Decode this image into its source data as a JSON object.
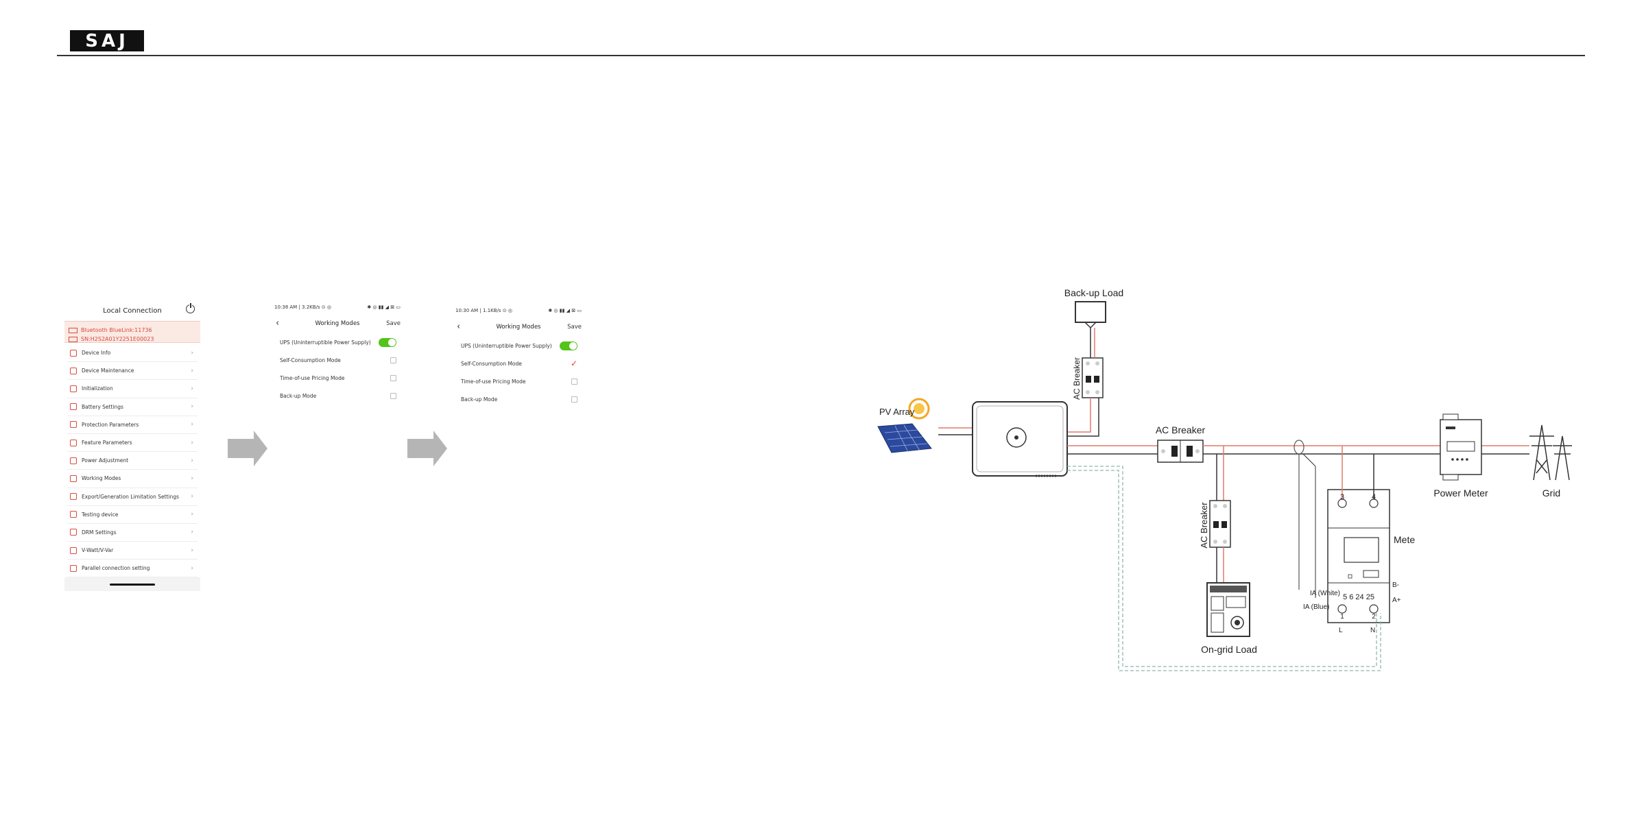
{
  "logo": {
    "text": "SAJ"
  },
  "screen1": {
    "title": "Local Connection",
    "bluetooth": "Bluetooth BlueLink:11736",
    "sn": "SN:H2S2A01Y2251E00023",
    "items": [
      "Device Info",
      "Device Maintenance",
      "Initialization",
      "Battery Settings",
      "Protection Parameters",
      "Feature Parameters",
      "Power Adjustment",
      "Working Modes",
      "Export/Generation Limitation Settings",
      "Testing device",
      "DRM Settings",
      "V-Watt/V-Var",
      "Parallel connection setting"
    ]
  },
  "screen2": {
    "status_left": "10:38 AM | 3.2KB/s ⊙ ◎",
    "status_right": "✱ ◎ ▮▮ ◢ ⊠ ▭",
    "title": "Working Modes",
    "save": "Save",
    "options": [
      {
        "label": "UPS (Uninterruptible Power Supply)",
        "state": "toggle-on"
      },
      {
        "label": "Self-Consumption Mode",
        "state": "unchecked"
      },
      {
        "label": "Time-of-use Pricing Mode",
        "state": "unchecked"
      },
      {
        "label": "Back-up Mode",
        "state": "unchecked"
      }
    ]
  },
  "screen3": {
    "status_left": "10:30 AM | 1.1KB/s ⊙ ◎",
    "status_right": "✱ ◎ ▮▮ ◢ ⊠ ▭",
    "title": "Working Modes",
    "save": "Save",
    "options": [
      {
        "label": "UPS (Uninterruptible Power Supply)",
        "state": "toggle-on"
      },
      {
        "label": "Self-Consumption Mode",
        "state": "checked"
      },
      {
        "label": "Time-of-use Pricing Mode",
        "state": "unchecked"
      },
      {
        "label": "Back-up Mode",
        "state": "unchecked"
      }
    ]
  },
  "diagram": {
    "backup_load": "Back-up Load",
    "ac_breaker_top": "AC Breaker",
    "pv_array": "PV Array",
    "ac_breaker_mid": "AC Breaker",
    "ac_breaker_low": "AC Breaker",
    "on_grid_load": "On-grid Load",
    "power_meter": "Power Meter",
    "grid": "Grid",
    "meter": "Mete",
    "terminal_3": "3",
    "terminal_4": "4",
    "terminal_1": "1",
    "terminal_2": "2",
    "terminal_row": "5 6 24 25",
    "b_minus": "B-",
    "a_plus": "A+",
    "ia_white": "IA (White)",
    "ia_blue": "IA (Blue)",
    "l": "L",
    "n": "N"
  },
  "colors": {
    "accent": "#d84a3a",
    "toggle": "#52c41a",
    "wire_red": "#e07a6a",
    "wire_dash": "#8fb8b0"
  }
}
